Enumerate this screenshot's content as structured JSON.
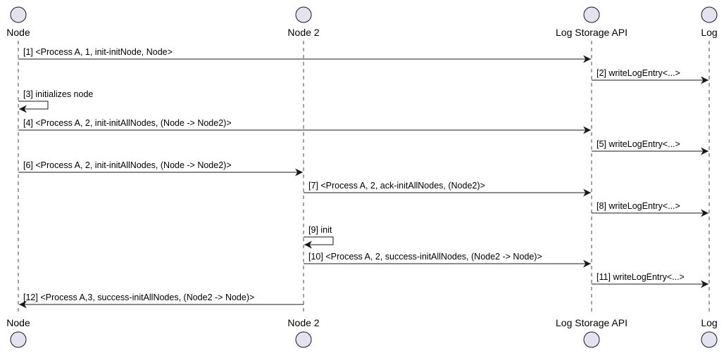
{
  "colors": {
    "actor_fill": "#e2e2f0",
    "actor_stroke": "#181818",
    "lifeline": "#181818",
    "arrow": "#181818",
    "text": "#000000"
  },
  "participants": [
    {
      "id": "node",
      "label": "Node"
    },
    {
      "id": "node2",
      "label": "Node 2"
    },
    {
      "id": "api",
      "label": "Log Storage API"
    },
    {
      "id": "log",
      "label": "Log"
    }
  ],
  "messages": [
    {
      "from": "node",
      "to": "api",
      "label": "[1] <Process A, 1, init-initNode, Node>"
    },
    {
      "from": "api",
      "to": "log",
      "label": "[2] writeLogEntry<...>"
    },
    {
      "from": "node",
      "to": "node",
      "label": "[3] initializes node"
    },
    {
      "from": "node",
      "to": "api",
      "label": "[4] <Process A, 2, init-initAllNodes, (Node -> Node2)>"
    },
    {
      "from": "api",
      "to": "log",
      "label": "[5] writeLogEntry<...>"
    },
    {
      "from": "node",
      "to": "node2",
      "label": "[6] <Process A, 2, init-initAllNodes, (Node -> Node2)>"
    },
    {
      "from": "node2",
      "to": "api",
      "label": "[7] <Process A, 2, ack-initAllNodes, (Node2)>"
    },
    {
      "from": "api",
      "to": "log",
      "label": "[8] writeLogEntry<...>"
    },
    {
      "from": "node2",
      "to": "node2",
      "label": "[9] init"
    },
    {
      "from": "node2",
      "to": "api",
      "label": "[10] <Process A, 2, success-initAllNodes, (Node2 -> Node)>"
    },
    {
      "from": "api",
      "to": "log",
      "label": "[11] writeLogEntry<...>"
    },
    {
      "from": "node2",
      "to": "node",
      "label": "[12] <Process A,3, success-initAllNodes, (Node2 -> Node)>"
    }
  ]
}
